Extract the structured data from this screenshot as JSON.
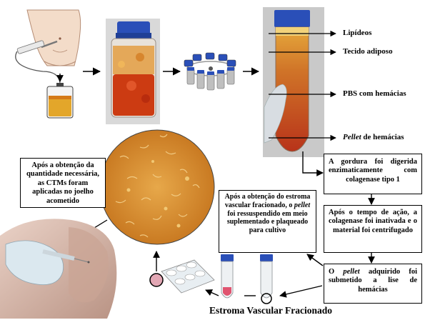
{
  "layers": {
    "lipids": "Lipídeos",
    "adipose_tissue": "Tecido adiposo",
    "pbs_red_cells": "PBS com hemácias",
    "pellet_prefix": "Pellet",
    "pellet_suffix": " de hemácias"
  },
  "steps": {
    "digest": "A gordura foi digerida enzimaticamente com colagenase tipo 1",
    "inactivate": "Após o tempo de ação, a colagenase foi inativada e o material foi centrifugado",
    "lysis_a": "O ",
    "lysis_pellet": "pellet",
    "lysis_b": " adquirido foi submetido a lise de hemácias",
    "culture_a": "Após a obtenção do estroma vascular fracionado, o ",
    "culture_pellet": "pellet",
    "culture_b": " foi ressuspendido em meio suplementado e plaqueado para cultivo",
    "apply": "Após a obtenção da quantidade necessária, as CTMs foram aplicadas no joelho acometido"
  },
  "svf_title": "Estroma Vascular Fracionado",
  "colors": {
    "bottle_cap": "#2a4fb8",
    "tissue_orange": "#d24a12",
    "fat_yellow": "#e3a62a",
    "cell_culture": "#d78a2c",
    "glove": "#cfe0ea",
    "skin": "#d9b6a6"
  }
}
